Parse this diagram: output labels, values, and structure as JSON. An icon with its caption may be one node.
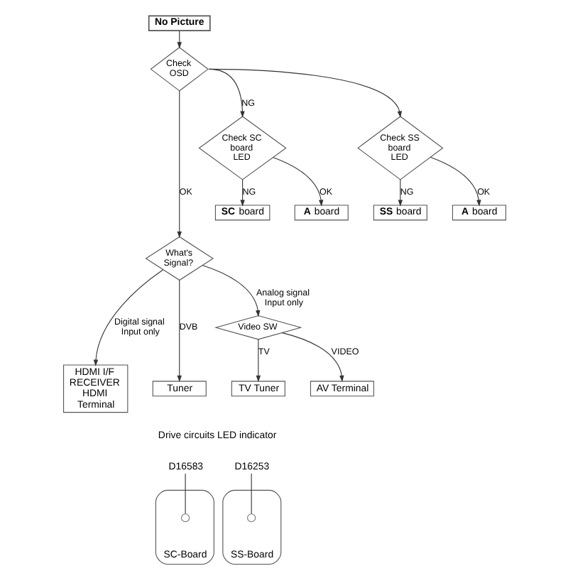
{
  "diagram": {
    "nodes": [
      {
        "text": [
          "No Picture"
        ]
      },
      {
        "text": [
          "Check OSD"
        ]
      },
      {
        "text": [
          "Check SC board LED"
        ]
      },
      {
        "text": [
          "**SC** board"
        ]
      },
      {
        "text": [
          "**A** board"
        ]
      },
      {
        "text": [
          "Check SS board LED"
        ]
      },
      {
        "text": [
          "**SS** board"
        ]
      },
      {
        "text": [
          "**A** board"
        ]
      },
      {
        "text": [
          "What's Signal?"
        ]
      },
      {
        "text": [
          "HDMI I/F RECEIVER HDMI Terminal"
        ]
      },
      {
        "text": [
          "Tuner"
        ]
      },
      {
        "text": [
          "Video SW"
        ]
      },
      {
        "text": [
          "TV Tuner"
        ]
      },
      {
        "text": [
          "AV Terminal"
        ]
      },
      {
        "text": [
          "SC-Board"
        ]
      },
      {
        "text": [],
        "shape": "circle",
        "in": 14
      },
      {
        "text": [
          "D16583"
        ]
      },
      {
        "text": [
          "SS-Board"
        ]
      },
      {
        "text": [],
        "shape": "circle",
        "in": 17
      },
      {
        "text": [
          "D16253"
        ]
      }
    ],
    "edges": [
      {
        "from": 0,
        "to": 1,
        "arrow": "to"
      },
      {
        "from": 1,
        "to": 8,
        "arrow": "to",
        "label": "OK"
      },
      {
        "from": 1,
        "to": 2,
        "arrow": "to",
        "label": "NG"
      },
      {
        "from": 1,
        "to": 5,
        "arrow": "to"
      },
      {
        "from": 2,
        "to": 3,
        "arrow": "to",
        "label": "NG"
      },
      {
        "from": 2,
        "to": 4,
        "arrow": "to",
        "label": "OK"
      },
      {
        "from": 5,
        "to": 6,
        "arrow": "to",
        "label": "NG"
      },
      {
        "from": 5,
        "to": 7,
        "arrow": "to",
        "label": "OK"
      },
      {
        "from": 8,
        "to": 9,
        "arrow": "to",
        "label": "Digital signal Input only"
      },
      {
        "from": 8,
        "to": 10,
        "arrow": "to",
        "label": "DVB"
      },
      {
        "from": 8,
        "to": 11,
        "arrow": "to",
        "label": "Analog signal Input only"
      },
      {
        "from": 11,
        "to": 12,
        "arrow": "to",
        "label": "TV"
      },
      {
        "from": 11,
        "to": 13,
        "arrow": "to",
        "label": "VIDEO"
      },
      {
        "from": 16,
        "to": 15,
        "arrow": "none"
      },
      {
        "from": 19,
        "to": 18,
        "arrow": "none"
      }
    ],
    "labels": [
      "Drive circuits LED indicator"
    ]
  }
}
